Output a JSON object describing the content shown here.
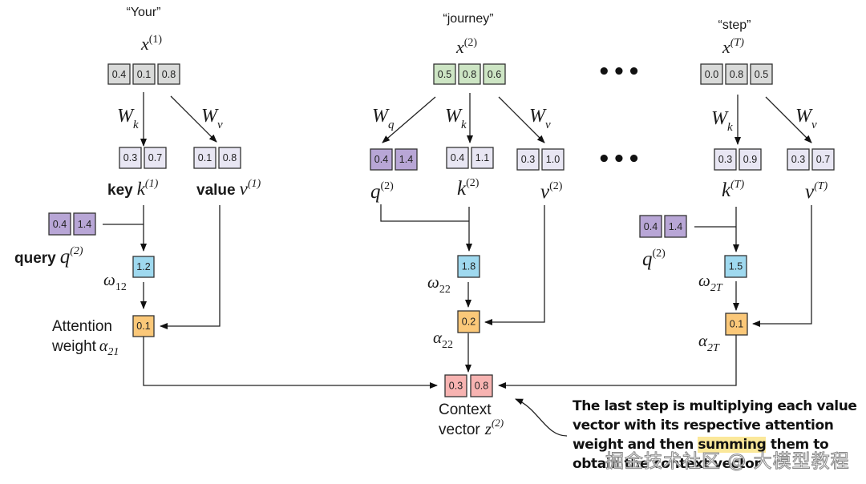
{
  "colors": {
    "input": "#d9dad9",
    "input_green": "#cde5c4",
    "query": "#b8a6d6",
    "kv": "#e8e6f3",
    "omega": "#9fd9ef",
    "alpha": "#fbc879",
    "context": "#f7b3b1",
    "highlight": "#fbe89a"
  },
  "tokens": [
    {
      "word": "“Your”",
      "x_sym": "x",
      "x_sup": "(1)",
      "x": [
        "0.4",
        "0.1",
        "0.8"
      ],
      "x_color": "input",
      "wk": "W",
      "wk_sub": "k",
      "wv": "W",
      "wv_sub": "v",
      "key": [
        "0.3",
        "0.7"
      ],
      "value": [
        "0.1",
        "0.8"
      ],
      "key_label_word": "key",
      "key_sym": "k",
      "key_sup": "(1)",
      "value_label_word": "value",
      "value_sym": "v",
      "value_sup": "(1)",
      "query": [
        "0.4",
        "1.4"
      ],
      "query_label_word": "query",
      "query_sym": "q",
      "query_sup": "(2)",
      "omega": "1.2",
      "omega_sym": "ω",
      "omega_sub": "12",
      "alpha": "0.1",
      "alpha_label_1": "Attention",
      "alpha_label_2": "weight",
      "alpha_sym": "α",
      "alpha_sub": "21"
    },
    {
      "word": "“journey”",
      "x_sym": "x",
      "x_sup": "(2)",
      "x": [
        "0.5",
        "0.8",
        "0.6"
      ],
      "x_color": "input_green",
      "wq": "W",
      "wq_sub": "q",
      "wk": "W",
      "wk_sub": "k",
      "wv": "W",
      "wv_sub": "v",
      "query": [
        "0.4",
        "1.4"
      ],
      "key": [
        "0.4",
        "1.1"
      ],
      "value": [
        "0.3",
        "1.0"
      ],
      "query_sym": "q",
      "query_sup": "(2)",
      "key_sym": "k",
      "key_sup": "(2)",
      "value_sym": "v",
      "value_sup": "(2)",
      "omega": "1.8",
      "omega_sym": "ω",
      "omega_sub": "22",
      "alpha": "0.2",
      "alpha_sym": "α",
      "alpha_sub": "22"
    },
    {
      "word": "“step”",
      "x_sym": "x",
      "x_sup": "(T)",
      "x": [
        "0.0",
        "0.8",
        "0.5"
      ],
      "x_color": "input",
      "wk": "W",
      "wk_sub": "k",
      "wv": "W",
      "wv_sub": "v",
      "key": [
        "0.3",
        "0.9"
      ],
      "value": [
        "0.3",
        "0.7"
      ],
      "key_sym": "k",
      "key_sup": "(T)",
      "value_sym": "v",
      "value_sup": "(T)",
      "query": [
        "0.4",
        "1.4"
      ],
      "query_sym": "q",
      "query_sup": "(2)",
      "omega": "1.5",
      "omega_sym": "ω",
      "omega_sub": "2T",
      "alpha": "0.1",
      "alpha_sym": "α",
      "alpha_sub": "2T"
    }
  ],
  "ellipsis": "•••",
  "context": {
    "values": [
      "0.3",
      "0.8"
    ],
    "label_1": "Context",
    "label_2": "vector",
    "sym": "z",
    "sup": "(2)"
  },
  "note": {
    "text_before": "The last step is multiplying each value vector with its respective attention weight and then ",
    "highlighted": "summing",
    "text_after": " them to obtain the context vector"
  },
  "watermark": "掘金技术社区 @ 大模型教程"
}
